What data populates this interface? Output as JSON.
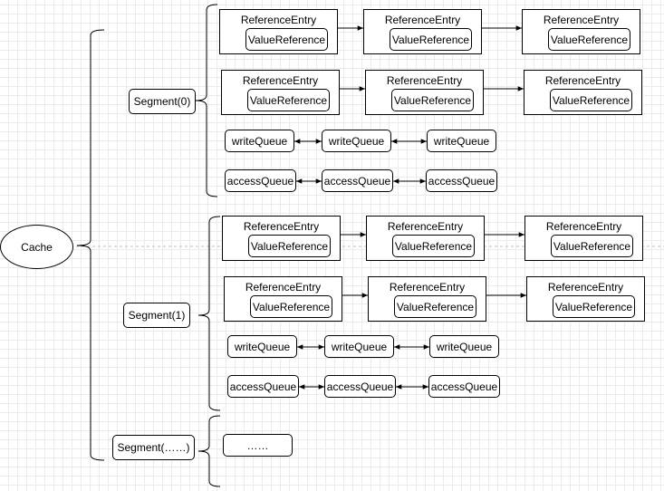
{
  "cache": {
    "label": "Cache"
  },
  "segments": [
    {
      "label": "Segment(0)",
      "rows": [
        [
          "ReferenceEntry",
          "ReferenceEntry",
          "ReferenceEntry"
        ],
        [
          "ReferenceEntry",
          "ReferenceEntry",
          "ReferenceEntry"
        ]
      ],
      "value_label": "ValueReference",
      "write_queue": [
        "writeQueue",
        "writeQueue",
        "writeQueue"
      ],
      "access_queue": [
        "accessQueue",
        "accessQueue",
        "accessQueue"
      ]
    },
    {
      "label": "Segment(1)",
      "rows": [
        [
          "ReferenceEntry",
          "ReferenceEntry",
          "ReferenceEntry"
        ],
        [
          "ReferenceEntry",
          "ReferenceEntry",
          "ReferenceEntry"
        ]
      ],
      "value_label": "ValueReference",
      "write_queue": [
        "writeQueue",
        "writeQueue",
        "writeQueue"
      ],
      "access_queue": [
        "accessQueue",
        "accessQueue",
        "accessQueue"
      ]
    },
    {
      "label": "Segment(……)",
      "placeholder": "……"
    }
  ]
}
